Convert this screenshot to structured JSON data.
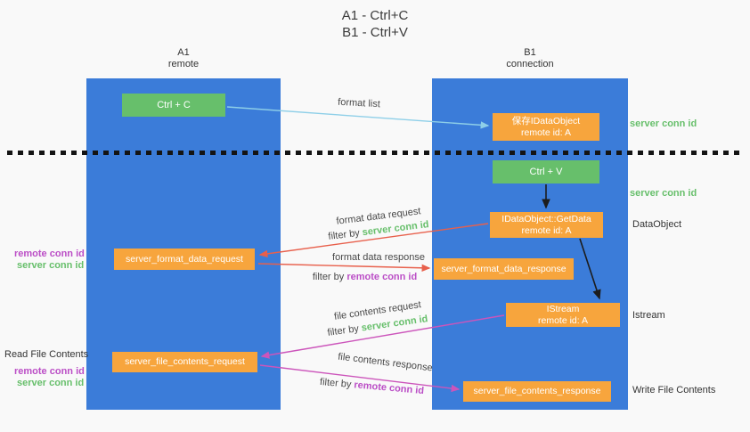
{
  "title": {
    "line1": "A1 - Ctrl+C",
    "line2": "B1 - Ctrl+V"
  },
  "lanes": {
    "left": {
      "name": "A1",
      "subtitle": "remote"
    },
    "right": {
      "name": "B1",
      "subtitle": "connection"
    }
  },
  "nodes": {
    "ctrl_c": {
      "label": "Ctrl + C"
    },
    "save_dataobject": {
      "line1": "保存IDataObject",
      "line2": "remote id: A"
    },
    "ctrl_v": {
      "label": "Ctrl + V"
    },
    "getdata": {
      "line1": "IDataObject::GetData",
      "line2": "remote id: A"
    },
    "istream": {
      "line1": "IStream",
      "line2": "remote id: A"
    },
    "format_request": {
      "label": "server_format_data_request"
    },
    "format_response": {
      "label": "server_format_data_response"
    },
    "file_request": {
      "label": "server_file_contents_request"
    },
    "file_response": {
      "label": "server_file_contents_response"
    }
  },
  "edge_labels": {
    "format_list": "format list",
    "format_data_request": "format data request",
    "format_data_response": "format data response",
    "file_contents_request": "file contents request",
    "file_contents_response": "file contents response",
    "filter_by": "filter by",
    "server_conn_id": "server conn id",
    "remote_conn_id": "remote conn id"
  },
  "side_labels": {
    "server_conn_id_top": "server conn id",
    "server_conn_id_mid": "server conn id",
    "dataobject": "DataObject",
    "istream": "Istream",
    "read_file_contents": "Read File Contents",
    "write_file_contents": "Write File Contents",
    "remote_conn_id_upper": "remote conn id",
    "server_conn_id_upper": "server conn id",
    "remote_conn_id_lower": "remote conn id",
    "server_conn_id_lower": "server conn id"
  },
  "colors": {
    "lane_blue": "#3b7cd9",
    "box_green": "#67bf6b",
    "box_orange": "#f7a53d",
    "text_green": "#67bf6b",
    "text_magenta": "#bb4ec6",
    "arrow_red": "#e8604c",
    "arrow_pink": "#cc55bb",
    "arrow_blue": "#8ecfe8",
    "arrow_black": "#1c1c1c"
  }
}
